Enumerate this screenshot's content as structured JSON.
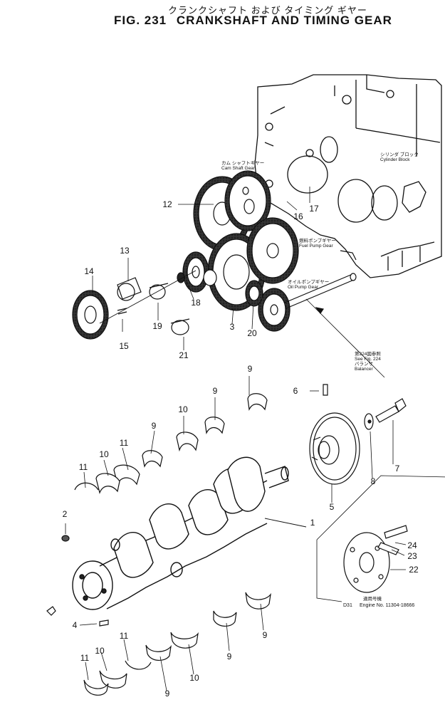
{
  "title": {
    "japanese": "クランクシャフト および タイミング ギヤー",
    "fig_number": "FIG. 231",
    "english": "CRANKSHAFT AND TIMING GEAR"
  },
  "callouts": [
    {
      "id": "c12",
      "label": "12"
    },
    {
      "id": "c13",
      "label": "13"
    },
    {
      "id": "c14",
      "label": "14"
    },
    {
      "id": "c15",
      "label": "15"
    },
    {
      "id": "c16",
      "label": "16"
    },
    {
      "id": "c17",
      "label": "17"
    },
    {
      "id": "c18",
      "label": "18"
    },
    {
      "id": "c19",
      "label": "19"
    },
    {
      "id": "c3",
      "label": "3"
    },
    {
      "id": "c20",
      "label": "20"
    },
    {
      "id": "c21",
      "label": "21"
    },
    {
      "id": "c6",
      "label": "6"
    },
    {
      "id": "c7",
      "label": "7"
    },
    {
      "id": "c8",
      "label": "8"
    },
    {
      "id": "c5",
      "label": "5"
    },
    {
      "id": "c1",
      "label": "1"
    },
    {
      "id": "c2",
      "label": "2"
    },
    {
      "id": "c4",
      "label": "4"
    },
    {
      "id": "c24",
      "label": "24"
    },
    {
      "id": "c23",
      "label": "23"
    },
    {
      "id": "c22",
      "label": "22"
    },
    {
      "id": "c9a",
      "label": "9"
    },
    {
      "id": "c9b",
      "label": "9"
    },
    {
      "id": "c9c",
      "label": "9"
    },
    {
      "id": "c9d",
      "label": "9"
    },
    {
      "id": "c9e",
      "label": "9"
    },
    {
      "id": "c9f",
      "label": "9"
    },
    {
      "id": "c9g",
      "label": "9"
    },
    {
      "id": "c10a",
      "label": "10"
    },
    {
      "id": "c10b",
      "label": "10"
    },
    {
      "id": "c10c",
      "label": "10"
    },
    {
      "id": "c10d",
      "label": "10"
    },
    {
      "id": "c11a",
      "label": "11"
    },
    {
      "id": "c11b",
      "label": "11"
    },
    {
      "id": "c11c",
      "label": "11"
    },
    {
      "id": "c11d",
      "label": "11"
    }
  ],
  "notes": {
    "cam_shaft_gear": {
      "jp": "カム シャフトギヤー",
      "en": "Cam Shaft Gear"
    },
    "cylinder_block": {
      "jp": "シリンダ ブロック",
      "en": "Cylinder Block"
    },
    "fuel_pump_gear": {
      "jp": "燃料ポンプギヤー",
      "en": "Fuel Pump Gear"
    },
    "oil_pump_gear": {
      "jp": "オイルポンプギヤー",
      "en": "Oil Pump Gear"
    },
    "balancer_ref": {
      "jp": "第224図参照",
      "en": "See Fig. 224"
    },
    "balancer": {
      "jp": "バランサ",
      "en": "Balancer"
    },
    "serial_jp": "適用号機",
    "serial_model": "D31",
    "serial_text": "Engine No. 11304-18666"
  }
}
